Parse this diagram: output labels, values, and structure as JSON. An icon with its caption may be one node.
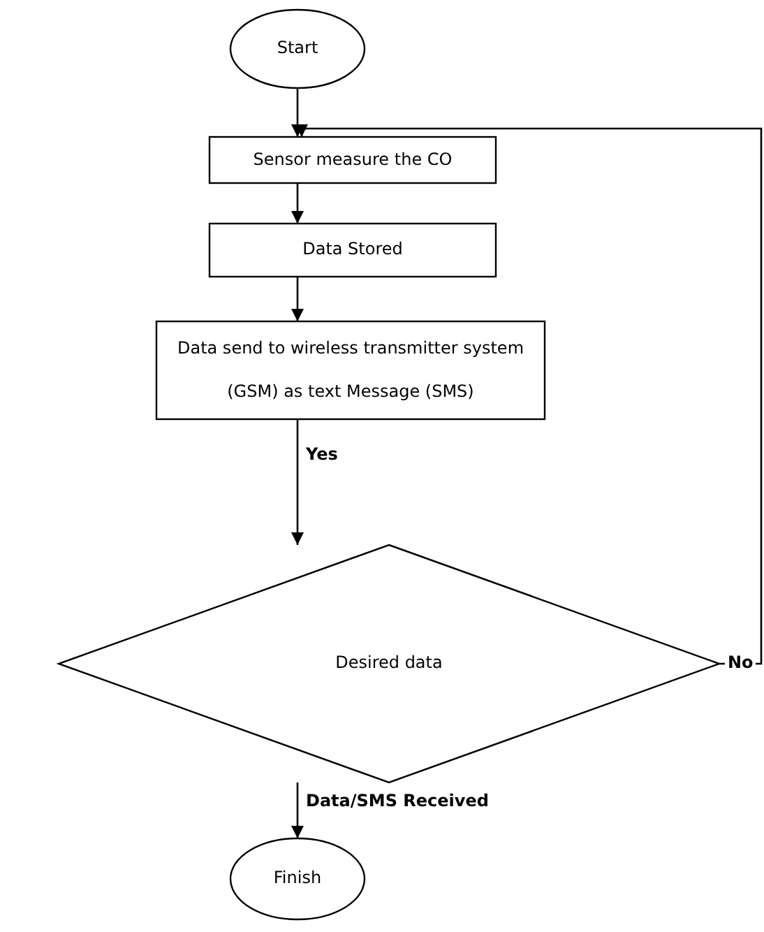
{
  "diagram": {
    "nodes": [
      {
        "text": [
          "Start"
        ]
      },
      {
        "text": [
          "Sensor measure the CO"
        ]
      },
      {
        "text": [
          "Data Stored"
        ]
      },
      {
        "text": [
          "Data send to wireless transmitter system (GSM) as text Message (SMS)"
        ]
      },
      {
        "text": [
          "Desired data"
        ]
      },
      {
        "text": [
          "Finish"
        ]
      }
    ],
    "edges": [
      {
        "from": 0,
        "to": 1,
        "arrow": "to"
      },
      {
        "from": 1,
        "to": 2,
        "arrow": "to"
      },
      {
        "from": 2,
        "to": 3,
        "arrow": "to"
      },
      {
        "from": 3,
        "to": 4,
        "arrow": "to",
        "label": "Yes"
      },
      {
        "from": 4,
        "to": 5,
        "arrow": "to",
        "label": "Data/SMS Received"
      },
      {
        "from": 4,
        "to": 1,
        "arrow": "to",
        "label": "No"
      }
    ]
  }
}
